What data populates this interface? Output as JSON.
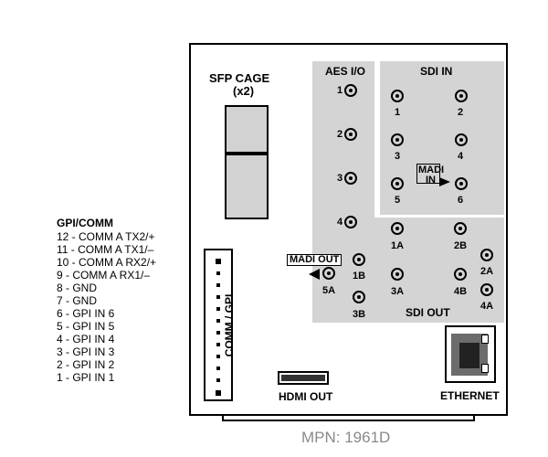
{
  "title": {
    "line1": "SFP CAGE",
    "line2": "(x2)"
  },
  "sections": {
    "aes": "AES I/O",
    "sdi_in": "SDI IN",
    "sdi_out": "SDI OUT",
    "comm_gpi": "COMM / GPI",
    "hdmi": "HDMI OUT",
    "ethernet": "ETHERNET"
  },
  "madi": {
    "in_line1": "MADI",
    "in_line2": "IN",
    "out": "MADI OUT"
  },
  "aes_ports": [
    "1",
    "2",
    "3",
    "4"
  ],
  "sdi_in_ports": [
    "1",
    "2",
    "3",
    "4",
    "5",
    "6"
  ],
  "sdi_out_ports": [
    "1A",
    "1B",
    "2A",
    "2B",
    "3A",
    "3B",
    "4A",
    "4B",
    "5A"
  ],
  "legend": {
    "title": "GPI/COMM",
    "lines": [
      "12 - COMM A TX2/+",
      "11 - COMM A TX1/–",
      "10 - COMM A RX2/+",
      "9 - COMM A RX1/–",
      "8 - GND",
      "7 - GND",
      "6 - GPI IN 6",
      "5 - GPI IN 5",
      "4 - GPI IN 4",
      "3 - GPI IN 3",
      "2 - GPI IN 2",
      "1 - GPI IN 1"
    ]
  },
  "mpn": "MPN: 1961D"
}
